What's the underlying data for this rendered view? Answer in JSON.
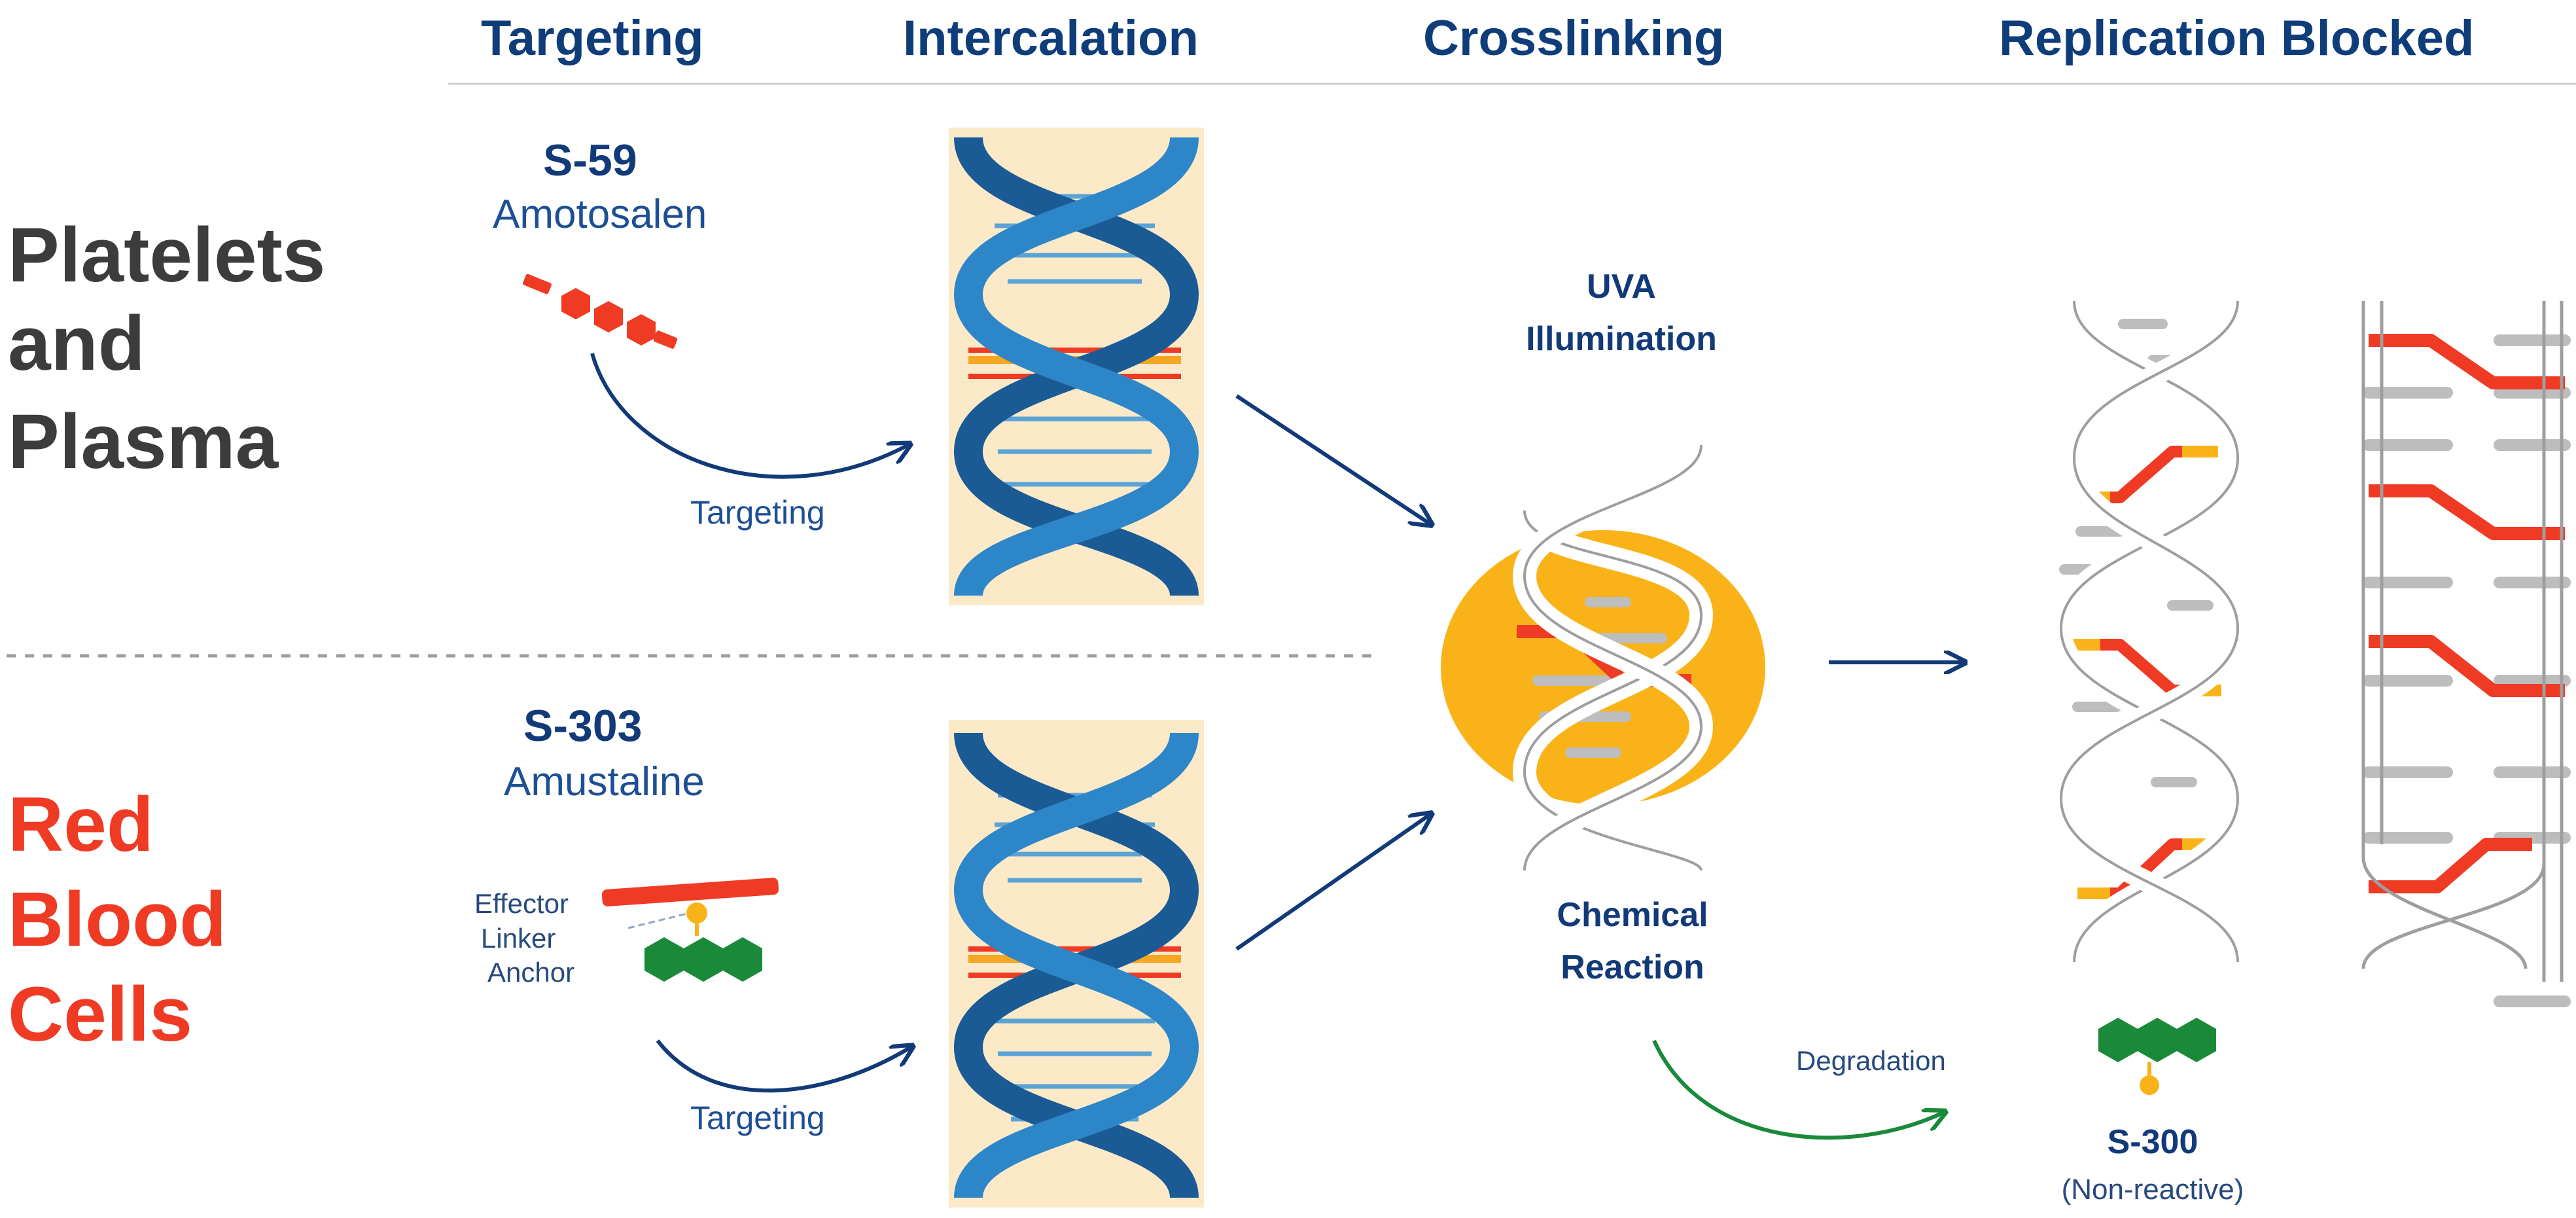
{
  "headers": {
    "targeting": "Targeting",
    "intercalation": "Intercalation",
    "crosslinking": "Crosslinking",
    "replication": "Replication Blocked"
  },
  "rows": {
    "top": [
      "Platelets",
      "and",
      "Plasma"
    ],
    "bottom": [
      "Red",
      "Blood",
      "Cells"
    ]
  },
  "compounds": {
    "top": {
      "code": "S-59",
      "name": "Amotosalen"
    },
    "bottom": {
      "code": "S-303",
      "name": "Amustaline"
    }
  },
  "parts": {
    "effector": "Effector",
    "linker": "Linker",
    "anchor": "Anchor"
  },
  "targeting_label": "Targeting",
  "uva": [
    "UVA",
    "Illumination"
  ],
  "chemical": [
    "Chemical",
    "Reaction"
  ],
  "degradation": "Degradation",
  "product": {
    "code": "S-300",
    "note": "(Non-reactive)"
  },
  "colors": {
    "navy": "#0f3d7a",
    "red": "#ef3a24",
    "orange": "#f9b319",
    "green": "#1a8a3a",
    "helix_blue": "#1e6fb0",
    "panel": "#fbe9c8",
    "gray_rung": "#bdbdbd"
  }
}
